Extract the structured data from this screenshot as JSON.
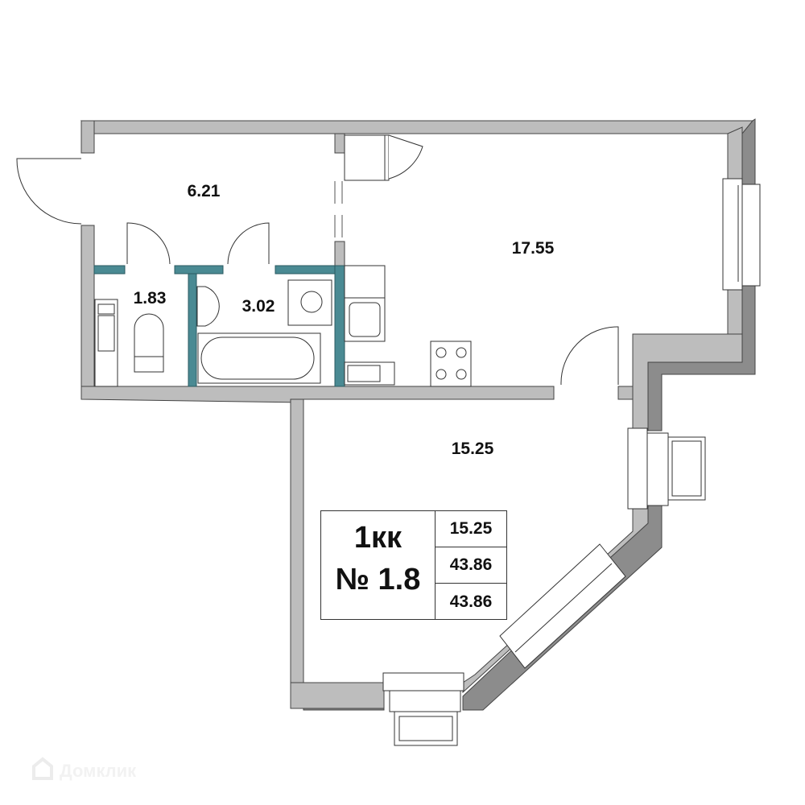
{
  "plan": {
    "rooms": [
      {
        "id": "hallway",
        "area": "6.21"
      },
      {
        "id": "toilet",
        "area": "1.83"
      },
      {
        "id": "bathroom",
        "area": "3.02"
      },
      {
        "id": "kitchen-living",
        "area": "17.55"
      },
      {
        "id": "bedroom",
        "area": "15.25"
      }
    ],
    "info": {
      "type": "1кк",
      "number": "№ 1.8",
      "living_area": "15.25",
      "total_area": "43.86",
      "total_area_2": "43.86"
    },
    "colors": {
      "wall": "#bdbdbd",
      "wall_outer": "#8c8c8c",
      "wet_partition": "#4a8a93",
      "line": "#333333"
    }
  },
  "watermark": {
    "text": "Домклик",
    "icon": "house-logo-icon"
  }
}
